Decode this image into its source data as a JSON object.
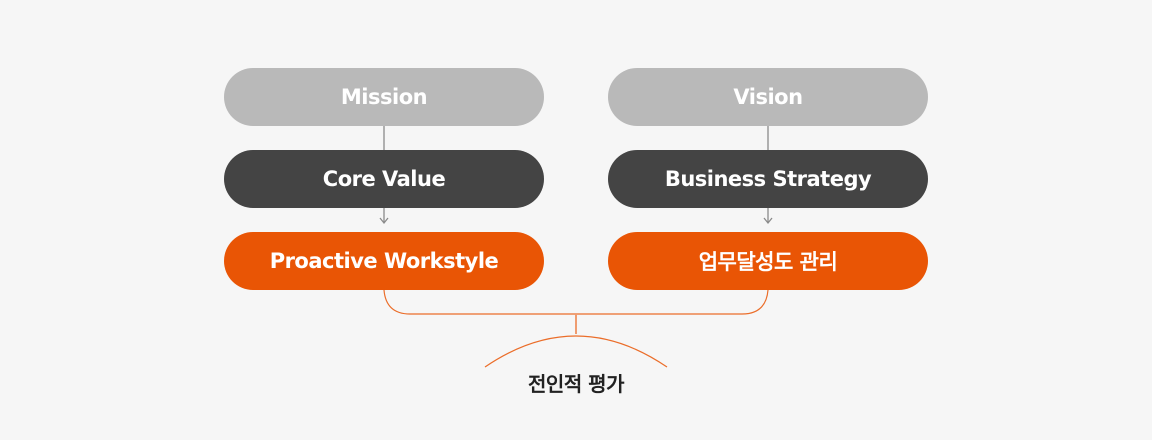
{
  "left_column": {
    "top": "Mission",
    "middle": "Core Value",
    "bottom": "Proactive Workstyle"
  },
  "right_column": {
    "top": "Vision",
    "middle": "Business Strategy",
    "bottom": "업무달성도 관리"
  },
  "result": "전인적 평가",
  "colors": {
    "background": "#f6f6f6",
    "top_pill": "#b9b9b9",
    "middle_pill": "#444444",
    "bottom_pill": "#e95505",
    "connector_orange": "#e95505",
    "connector_gray": "#888888"
  }
}
